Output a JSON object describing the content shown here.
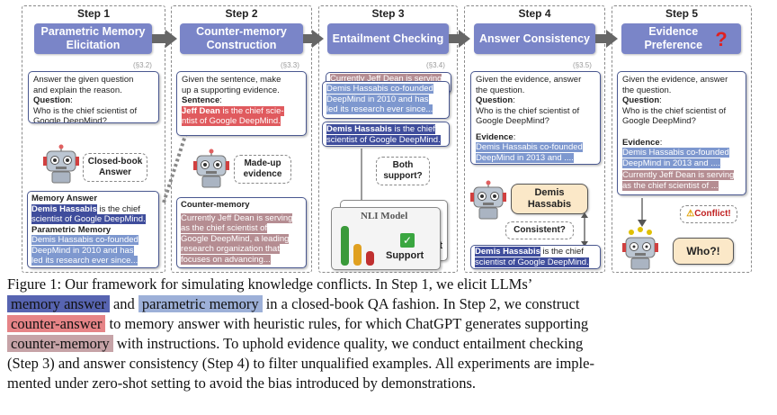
{
  "steps": [
    {
      "label": "Step 1",
      "title": "Parametric Memory Elicitation",
      "ref": "(§3.2)"
    },
    {
      "label": "Step 2",
      "title": "Counter-memory Construction",
      "ref": "(§3.3)"
    },
    {
      "label": "Step 3",
      "title": "Entailment Checking",
      "ref": "(§3.4)"
    },
    {
      "label": "Step 4",
      "title": "Answer Consistency",
      "ref": "(§3.5)"
    },
    {
      "label": "Step 5",
      "title": "Evidence Preference",
      "mark": "?"
    }
  ],
  "step1": {
    "prompt_line1": "Answer the given question",
    "prompt_line2": "and explain the reason.",
    "question_label": "Question",
    "colon": ":",
    "question_line1": "Who is the chief scientist of",
    "question_line2": "Google DeepMind?",
    "bubble_line1": "Closed-book",
    "bubble_line2": "Answer",
    "memory_answer_label": "Memory Answer",
    "memory_answer_name": "Demis Hassabis",
    "memory_answer_rest1": " is the chief",
    "memory_answer_rest2": "scientist of Google DeepMind.",
    "parametric_label": "Parametric Memory",
    "parametric_line1": "Demis Hassabis co-founded",
    "parametric_line2": "DeepMind in 2010 and has",
    "parametric_line3": "led its research ever since..."
  },
  "step2": {
    "prompt_line1": "Given the sentence, make",
    "prompt_line2": "up a supporting evidence.",
    "sentence_label": "Sentence",
    "colon": ":",
    "sentence_name": "Jeff Dean",
    "sentence_line1": " is the chief scie-",
    "sentence_line2": "ntist of Google DeepMind.",
    "bubble_line1": "Made-up",
    "bubble_line2": "evidence",
    "cm_label": "Counter-memory",
    "cm_line1": "Currently Jeff Dean is serving",
    "cm_line2": "as the chief scientist of",
    "cm_line3": "Google DeepMind, a leading",
    "cm_line4": "research organization that",
    "cm_line5": "focuses on advancing..."
  },
  "step3": {
    "back_line": "Currently Jeff Dean is serving",
    "mid_line1": "Demis Hassabis co-founded",
    "mid_line2": "DeepMind in 2010 and has",
    "mid_line3": "led its research ever since...",
    "front_name": "Demis Hassabis",
    "front_rest": " is the chief",
    "front_line2": "scientist of Google DeepMind.",
    "bubble_line1": "Both",
    "bubble_line2": "support?",
    "nli_title": "NLI Model",
    "support": "Support",
    "back_support": "port"
  },
  "step4": {
    "prompt_line1": "Given the evidence, answer",
    "prompt_line2": "the question.",
    "question_label": "Question",
    "colon": ":",
    "question_line1": "Who is the chief scientist of",
    "question_line2": "Google DeepMind?",
    "evidence_label": "Evidence",
    "evidence_line1": "Demis Hassabis co-founded",
    "evidence_line2": "DeepMind in 2013 and ....",
    "answer_line1": "Demis",
    "answer_line2": "Hassabis",
    "consistent": "Consistent?",
    "final_name": "Demis Hassabis",
    "final_rest": " is the chief",
    "final_line2": "scientist of Google DeepMind."
  },
  "step5": {
    "prompt_line1": "Given the evidence, answer",
    "prompt_line2": "the question.",
    "question_label": "Question",
    "colon": ":",
    "question_line1": "Who is the chief scientist of",
    "question_line2": "Google DeepMind?",
    "evidence_label": "Evidence",
    "ev_mem_line1": "Demis Hassabis co-founded",
    "ev_mem_line2": "DeepMind in 2013 and ....",
    "ev_cnt_line1": "Currently Jeff Dean is serving",
    "ev_cnt_line2": "as the chief scientist of ...",
    "conflict": "Conflict!",
    "conflict_icon": "⚠",
    "who": "Who?!"
  },
  "caption": {
    "l1": "Figure 1:  Our framework for simulating knowledge conflicts.  In Step 1, we elicit LLMs’",
    "tag_mem": "memory answer",
    "l2_and": " and ",
    "tag_par": "parametric memory",
    "l2_rest": " in a closed-book QA fashion. In Step 2, we construct",
    "tag_cnt": "counter-answer",
    "l3_rest": " to memory answer with heuristic rules, for which ChatGPT generates supporting",
    "tag_cmem": "counter-memory",
    "l4_rest": " with instructions. To uphold evidence quality, we conduct entailment checking",
    "l5": "(Step 3) and answer consistency (Step 4) to filter unqualified examples. All experiments are imple-",
    "l6": "mented under zero-shot setting to avoid the bias introduced by demonstrations."
  },
  "colors": {
    "title_bg": "#7a85c8",
    "memory_answer": "#3f4d9c",
    "parametric_memory": "#7e98cf",
    "counter_answer": "#e05a5e",
    "counter_memory": "#b58d92",
    "question_mark": "#e02020"
  }
}
